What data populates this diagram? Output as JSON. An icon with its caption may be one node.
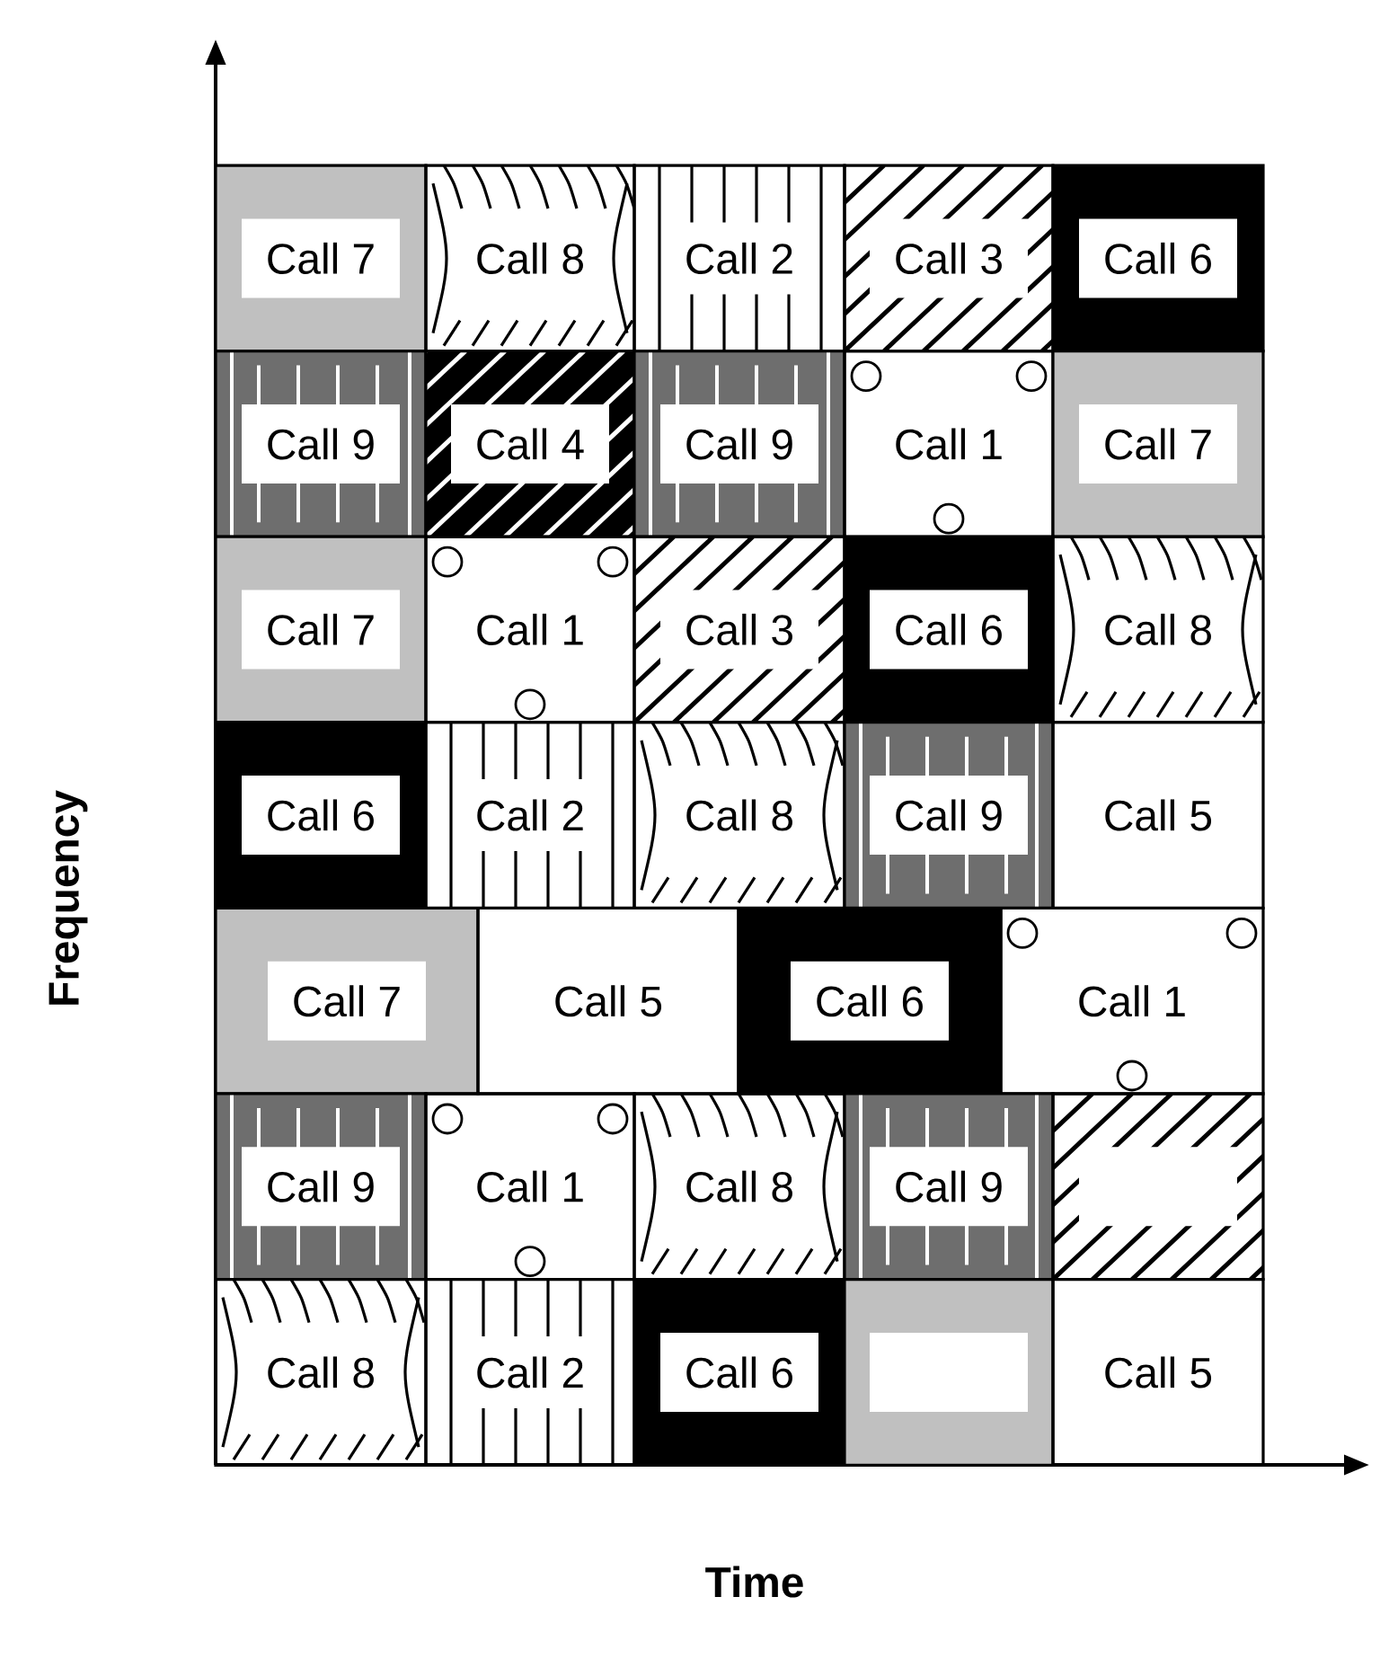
{
  "diagram": {
    "nodes": [
      {
        "text": [
          "Call 7"
        ]
      },
      {
        "text": [
          "Call 8"
        ]
      },
      {
        "text": [
          "Call 2"
        ]
      },
      {
        "text": [
          "Call 3"
        ]
      },
      {
        "text": [
          "Call 6"
        ]
      },
      {
        "text": [
          "Call 9"
        ]
      },
      {
        "text": [
          "Call 4"
        ]
      },
      {
        "text": [
          "Call 9"
        ]
      },
      {
        "text": [
          "Call 1"
        ]
      },
      {
        "text": [
          "Call 7"
        ]
      },
      {
        "text": [
          "Call 7"
        ]
      },
      {
        "text": [
          "Call 1"
        ]
      },
      {
        "text": [
          "Call 3"
        ]
      },
      {
        "text": [
          "Call 6"
        ]
      },
      {
        "text": [
          "Call 8"
        ]
      },
      {
        "text": [
          "Call 6"
        ]
      },
      {
        "text": [
          "Call 2"
        ]
      },
      {
        "text": [
          "Call 8"
        ]
      },
      {
        "text": [
          "Call 9"
        ]
      },
      {
        "text": [
          "Call 5"
        ]
      },
      {
        "text": [
          "Call 7"
        ]
      },
      {
        "text": [
          "Call 5"
        ]
      },
      {
        "text": [
          "Call 6"
        ]
      },
      {
        "text": [
          "Call 1"
        ]
      },
      {
        "text": [
          "Call 9"
        ]
      },
      {
        "text": [
          "Call 1"
        ]
      },
      {
        "text": [
          "Call 8"
        ]
      },
      {
        "text": [
          "Call 9"
        ]
      },
      {
        "text": [],
        "shape": "box"
      },
      {
        "text": [
          "Call 8"
        ]
      },
      {
        "text": [
          "Call 2"
        ]
      },
      {
        "text": [
          "Call 6"
        ]
      },
      {
        "text": [],
        "shape": "box"
      },
      {
        "text": [
          "Call 5"
        ]
      }
    ],
    "labels": [
      "Frequency",
      "Time"
    ]
  }
}
